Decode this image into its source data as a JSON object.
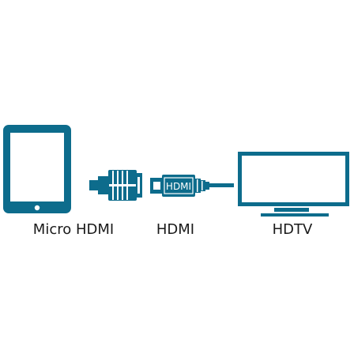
{
  "colors": {
    "accent": "#0d6c8c",
    "text": "#1a1a1a",
    "background": "#ffffff"
  },
  "connector": {
    "plug_text": "HDMI"
  },
  "labels": {
    "micro_hdmi": "Micro HDMI",
    "hdmi": "HDMI",
    "hdtv": "HDTV"
  }
}
